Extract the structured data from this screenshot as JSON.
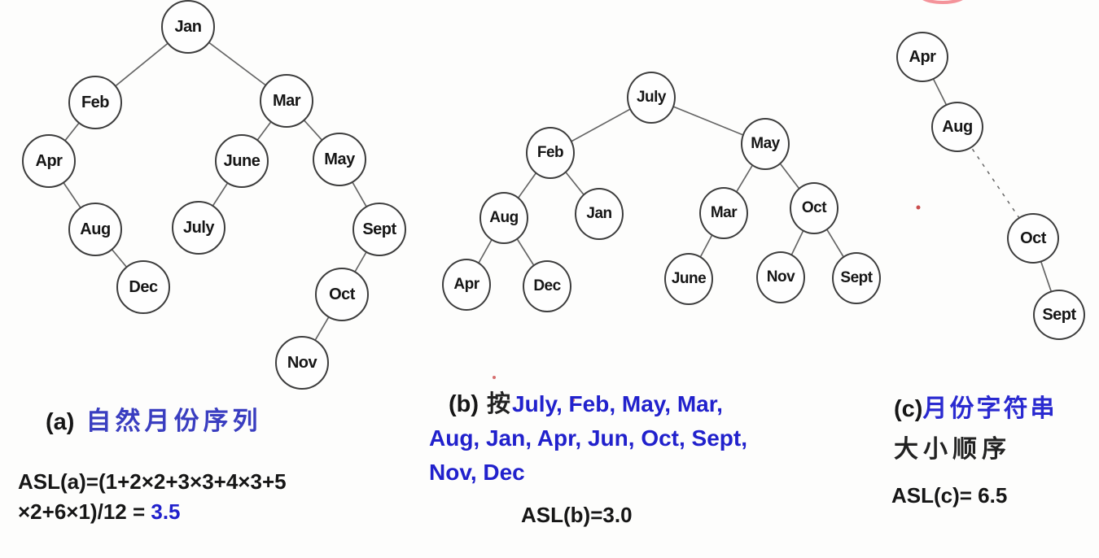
{
  "background": "#fdfdfc",
  "colors": {
    "blue_text": "#2121cc",
    "chinese_caption_blue": "#3a3ec0",
    "black_text": "#161616",
    "node_border": "#3d3d3d",
    "edge_line": "#666666",
    "red_mark": "#ef6571"
  },
  "trees": {
    "a": {
      "nodes": [
        {
          "label": "Jan"
        },
        {
          "label": "Feb"
        },
        {
          "label": "Mar"
        },
        {
          "label": "Apr"
        },
        {
          "label": "June"
        },
        {
          "label": "May"
        },
        {
          "label": "Aug"
        },
        {
          "label": "July"
        },
        {
          "label": "Sept"
        },
        {
          "label": "Dec"
        },
        {
          "label": "Oct"
        },
        {
          "label": "Nov"
        }
      ],
      "edges": [
        [
          "Jan",
          "Feb"
        ],
        [
          "Jan",
          "Mar"
        ],
        [
          "Feb",
          "Apr"
        ],
        [
          "Apr",
          "Aug"
        ],
        [
          "Aug",
          "Dec"
        ],
        [
          "Mar",
          "June"
        ],
        [
          "Mar",
          "May"
        ],
        [
          "June",
          "July"
        ],
        [
          "May",
          "Sept"
        ],
        [
          "Sept",
          "Oct"
        ],
        [
          "Oct",
          "Nov"
        ]
      ],
      "caption_label": "(a)",
      "caption_text": "自然月份序列",
      "formula_line1": "ASL(a)=(1+2×2+3×3+4×3+5",
      "formula_line2_prefix": "×2+6×1)/12 = ",
      "formula_result": "3.5"
    },
    "b": {
      "nodes": [
        {
          "label": "July"
        },
        {
          "label": "Feb"
        },
        {
          "label": "May"
        },
        {
          "label": "Aug"
        },
        {
          "label": "Jan"
        },
        {
          "label": "Mar"
        },
        {
          "label": "Oct"
        },
        {
          "label": "Apr"
        },
        {
          "label": "Dec"
        },
        {
          "label": "June"
        },
        {
          "label": "Nov"
        },
        {
          "label": "Sept"
        }
      ],
      "edges": [
        [
          "July",
          "Feb"
        ],
        [
          "July",
          "May"
        ],
        [
          "Feb",
          "Aug"
        ],
        [
          "Feb",
          "Jan"
        ],
        [
          "Aug",
          "Apr"
        ],
        [
          "Aug",
          "Dec"
        ],
        [
          "May",
          "Mar"
        ],
        [
          "May",
          "Oct"
        ],
        [
          "Mar",
          "June"
        ],
        [
          "Oct",
          "Nov"
        ],
        [
          "Oct",
          "Sept"
        ]
      ],
      "caption_label": "(b)",
      "caption_prefix": "按",
      "caption_line1": "July, Feb, May, Mar,",
      "caption_line2": "Aug, Jan, Apr, Jun, Oct, Sept,",
      "caption_line3": "Nov, Dec",
      "asl_text": "ASL(b)=3.0"
    },
    "c": {
      "nodes": [
        {
          "label": "Apr"
        },
        {
          "label": "Aug"
        },
        {
          "label": "Oct"
        },
        {
          "label": "Sept"
        }
      ],
      "edges": [
        [
          "Apr",
          "Aug",
          "solid"
        ],
        [
          "Aug",
          "Oct",
          "dashed"
        ],
        [
          "Oct",
          "Sept",
          "solid"
        ]
      ],
      "caption_label": "(c)",
      "caption_text": "月份字符串",
      "caption_line2": "大小顺序",
      "asl_text": "ASL(c)= 6.5"
    }
  }
}
